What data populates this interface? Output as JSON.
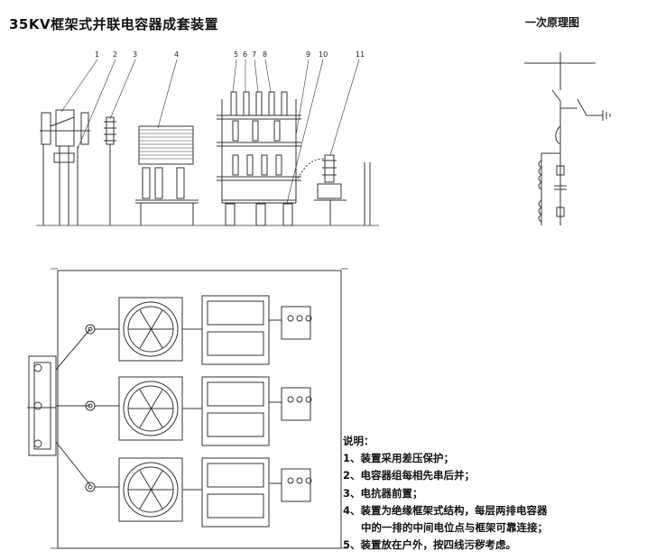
{
  "title": "35KV框架式并联电容器成套装置",
  "schematic_title": "一次原理图",
  "part_numbers": [
    "1",
    "2",
    "3",
    "4",
    "5",
    "6",
    "7",
    "8",
    "9",
    "10",
    "11"
  ],
  "notes": {
    "heading": "说明：",
    "items": [
      "1、装置采用差压保护；",
      "2、电容器组每相先串后并；",
      "3、电抗器前置；",
      "4、装置为绝缘框架式结构，每层两排电容器",
      "中的一排的中间电位点与框架可靠连接；",
      "5、装置放在户外，按四线污秽考虑。"
    ]
  }
}
